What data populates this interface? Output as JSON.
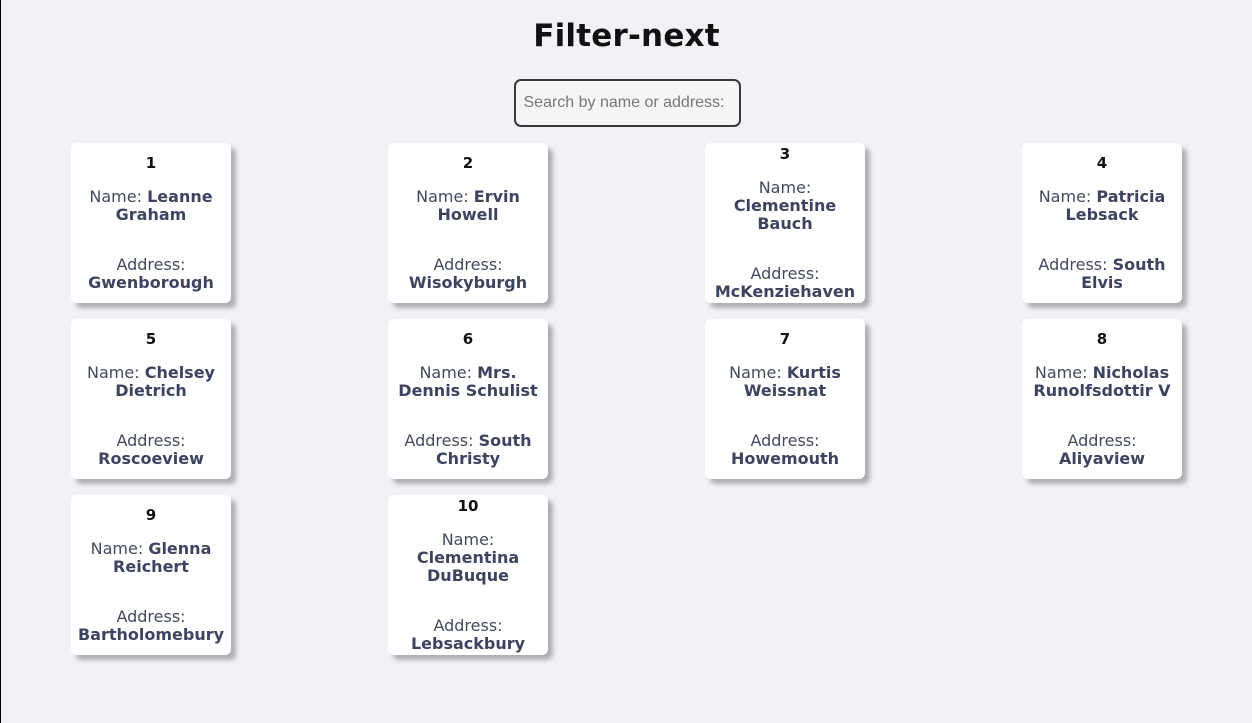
{
  "title": "Filter-next",
  "search": {
    "placeholder": "Search by name or address:",
    "value": ""
  },
  "labels": {
    "name": "Name: ",
    "address": "Address: "
  },
  "cards": [
    {
      "id": "1",
      "name": "Leanne Graham",
      "address": "Gwenborough"
    },
    {
      "id": "2",
      "name": "Ervin Howell",
      "address": "Wisokyburgh"
    },
    {
      "id": "3",
      "name": "Clementine Bauch",
      "address": "McKenziehaven"
    },
    {
      "id": "4",
      "name": "Patricia Lebsack",
      "address": "South Elvis"
    },
    {
      "id": "5",
      "name": "Chelsey Dietrich",
      "address": "Roscoeview"
    },
    {
      "id": "6",
      "name": "Mrs. Dennis Schulist",
      "address": "South Christy"
    },
    {
      "id": "7",
      "name": "Kurtis Weissnat",
      "address": "Howemouth"
    },
    {
      "id": "8",
      "name": "Nicholas Runolfsdottir V",
      "address": "Aliyaview"
    },
    {
      "id": "9",
      "name": "Glenna Reichert",
      "address": "Bartholomebury"
    },
    {
      "id": "10",
      "name": "Clementina DuBuque",
      "address": "Lebsackbury"
    }
  ]
}
